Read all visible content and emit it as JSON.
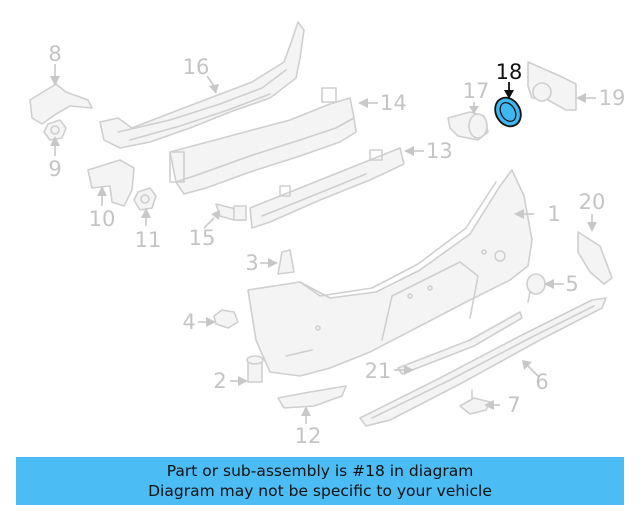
{
  "diagram": {
    "highlight": {
      "label": "18",
      "color": "#3fb6f0"
    },
    "callouts": [
      {
        "id": "c1",
        "label": "1"
      },
      {
        "id": "c2",
        "label": "2"
      },
      {
        "id": "c3",
        "label": "3"
      },
      {
        "id": "c4",
        "label": "4"
      },
      {
        "id": "c5",
        "label": "5"
      },
      {
        "id": "c6",
        "label": "6"
      },
      {
        "id": "c7",
        "label": "7"
      },
      {
        "id": "c8",
        "label": "8"
      },
      {
        "id": "c9",
        "label": "9"
      },
      {
        "id": "c10",
        "label": "10"
      },
      {
        "id": "c11",
        "label": "11"
      },
      {
        "id": "c12",
        "label": "12"
      },
      {
        "id": "c13",
        "label": "13"
      },
      {
        "id": "c14",
        "label": "14"
      },
      {
        "id": "c15",
        "label": "15"
      },
      {
        "id": "c16",
        "label": "16"
      },
      {
        "id": "c17",
        "label": "17"
      },
      {
        "id": "c19",
        "label": "19"
      },
      {
        "id": "c20",
        "label": "20"
      },
      {
        "id": "c21",
        "label": "21"
      }
    ]
  },
  "banner": {
    "line1": "Part or sub-assembly is #18 in diagram",
    "line2": "Diagram may not be specific to your vehicle",
    "background": "#4cbcf4"
  }
}
